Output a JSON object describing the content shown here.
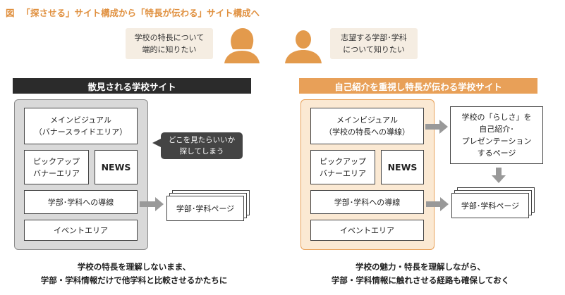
{
  "title": {
    "fig_label": "図",
    "text": "「探させる」サイト構成から「特長が伝わる」サイト構成へ",
    "color": "#e0903f"
  },
  "personas": {
    "left": {
      "line1": "学校の特長について",
      "line2": "端的に知りたい",
      "icon": "person-long-hair-icon"
    },
    "right": {
      "line1": "志望する学部･学科",
      "line2": "について知りたい",
      "icon": "person-short-hair-icon"
    }
  },
  "left_panel": {
    "banner": "散見される学校サイト",
    "banner_color": "#2b2b2b",
    "panel_color": "#d9d9d9",
    "main_visual": {
      "line1": "メインビジュアル",
      "line2": "（バナースライドエリア）"
    },
    "pickup": {
      "line1": "ピックアップ",
      "line2": "バナーエリア"
    },
    "news": "NEWS",
    "faculty_nav": "学部･学科への導線",
    "event": "イベントエリア",
    "callout": {
      "line1": "どこを見たらいいか",
      "line2": "探してしまう"
    },
    "dest_page": "学部･学科ページ",
    "caption": {
      "line1": "学校の特長を理解しないまま、",
      "line2": "学部・学科情報だけで他学科と比較させるかたちに"
    }
  },
  "right_panel": {
    "banner": "自己紹介を重視し特長が伝わる学校サイト",
    "banner_color": "#e8a058",
    "panel_color": "#fbe9d3",
    "main_visual": {
      "line1": "メインビジュアル",
      "line2": "（学校の特長への導線）"
    },
    "pickup": {
      "line1": "ピックアップ",
      "line2": "バナーエリア"
    },
    "news": "NEWS",
    "faculty_nav": "学部･学科への導線",
    "event": "イベントエリア",
    "self_intro_page": {
      "line1": "学校の「らしさ」を",
      "line2": "自己紹介･",
      "line3": "プレゼンテーション",
      "line4": "するページ"
    },
    "dest_page": "学部･学科ページ",
    "caption": {
      "line1": "学校の魅力・特長を理解しながら、",
      "line2": "学部・学科情報に触れさせる経路も確保しておく"
    }
  }
}
